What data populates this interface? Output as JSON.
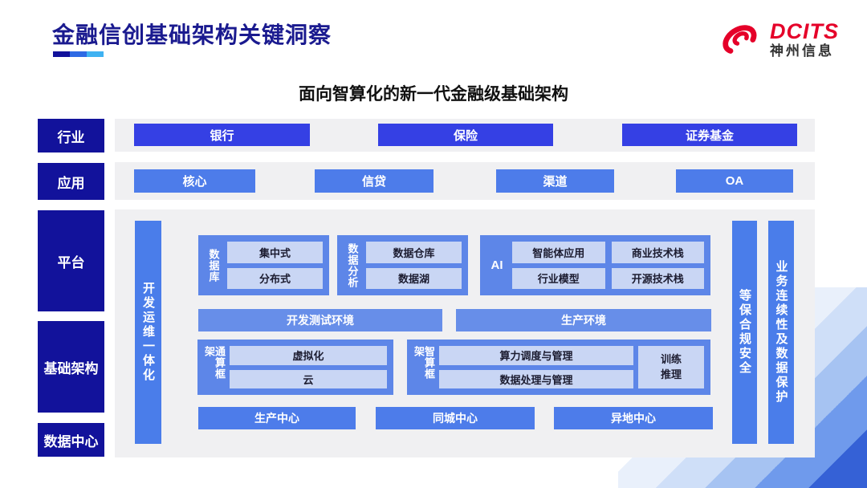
{
  "header": {
    "title": "金融信创基础架构关键洞察",
    "logo": {
      "brand": "DCITS",
      "company": "神州信息"
    }
  },
  "subtitle": "面向智算化的新一代金融级基础架构",
  "sidebar": {
    "items": [
      {
        "label": "行业"
      },
      {
        "label": "应用"
      },
      {
        "label": "平台"
      },
      {
        "label": "基础架构"
      },
      {
        "label": "数据中心"
      }
    ]
  },
  "industry_row": {
    "items": [
      "银行",
      "保险",
      "证券基金"
    ]
  },
  "application_row": {
    "items": [
      "核心",
      "信贷",
      "渠道",
      "OA"
    ]
  },
  "platform": {
    "devops_bar": "开发运维一体化",
    "database_group": {
      "label": "数据库",
      "items": [
        "集中式",
        "分布式"
      ]
    },
    "analytics_group": {
      "label": "数据分析",
      "items": [
        "数据仓库",
        "数据湖"
      ]
    },
    "ai_group": {
      "label": "AI",
      "items": [
        "智能体应用",
        "商业技术栈",
        "行业模型",
        "开源技术栈"
      ]
    },
    "environments": {
      "dev_test": "开发测试环境",
      "production": "生产环境"
    },
    "general_framework": {
      "label": "通算框架",
      "items": [
        "虚拟化",
        "云"
      ]
    },
    "intelligent_framework": {
      "label": "智算框架",
      "items": [
        "算力调度与管理",
        "数据处理与管理"
      ],
      "side_box": "训练推理"
    },
    "centers": [
      "生产中心",
      "同城中心",
      "异地中心"
    ],
    "security_bar": "等保合规安全",
    "continuity_bar": "业务连续性及数据保护"
  },
  "colors": {
    "navy": "#12129b",
    "title_navy": "#1a1a8f",
    "bright_blue": "#3540e4",
    "medium_blue": "#4d7cea",
    "group_blue": "#5d86e8",
    "light_box": "#c9d6f4",
    "panel_gray": "#f0f0f2",
    "logo_red": "#e50029",
    "accent_cyan": "#3fb2f2"
  }
}
